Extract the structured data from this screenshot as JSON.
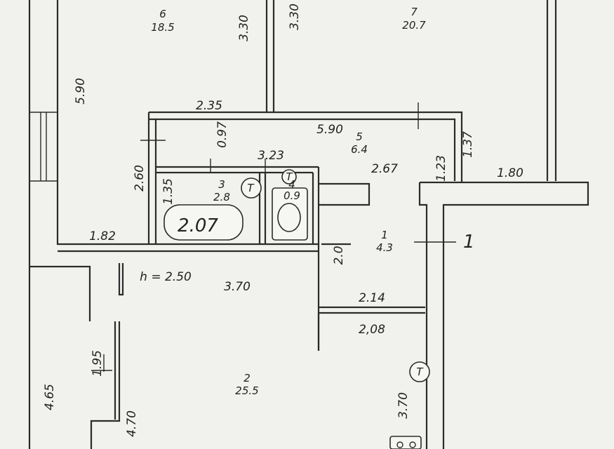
{
  "rooms": [
    {
      "number": "6",
      "area": "18.5"
    },
    {
      "number": "7",
      "area": "20.7"
    },
    {
      "number": "5",
      "area": "6.4"
    },
    {
      "number": "3",
      "area": "2.8"
    },
    {
      "number": "4",
      "area": "0.9"
    },
    {
      "number": "1",
      "area": "4.3"
    },
    {
      "number": "2",
      "area": "25.5"
    }
  ],
  "dimensions": {
    "d_330_a": "3.30",
    "d_330_b": "3.30",
    "d_590_left": "5.90",
    "d_235": "2.35",
    "d_097": "0.97",
    "d_590_corr": "5.90",
    "d_137": "1.37",
    "d_260": "2.60",
    "d_323": "3.23",
    "d_267": "2.67",
    "d_123": "1.23",
    "d_180": "1.80",
    "d_135": "1.35",
    "d_207": "2.07",
    "d_182": "1.82",
    "d_20": "2.0",
    "d_h": "h = 2.50",
    "d_370_top": "3.70",
    "d_214": "2.14",
    "d_208": "2,08",
    "d_195": "1.95",
    "d_465": "4.65",
    "d_470": "4.70",
    "d_370_right": "3.70"
  },
  "section_mark": "1",
  "fixture_labels": {
    "t1": "T",
    "t2": "T",
    "t3": "T"
  }
}
